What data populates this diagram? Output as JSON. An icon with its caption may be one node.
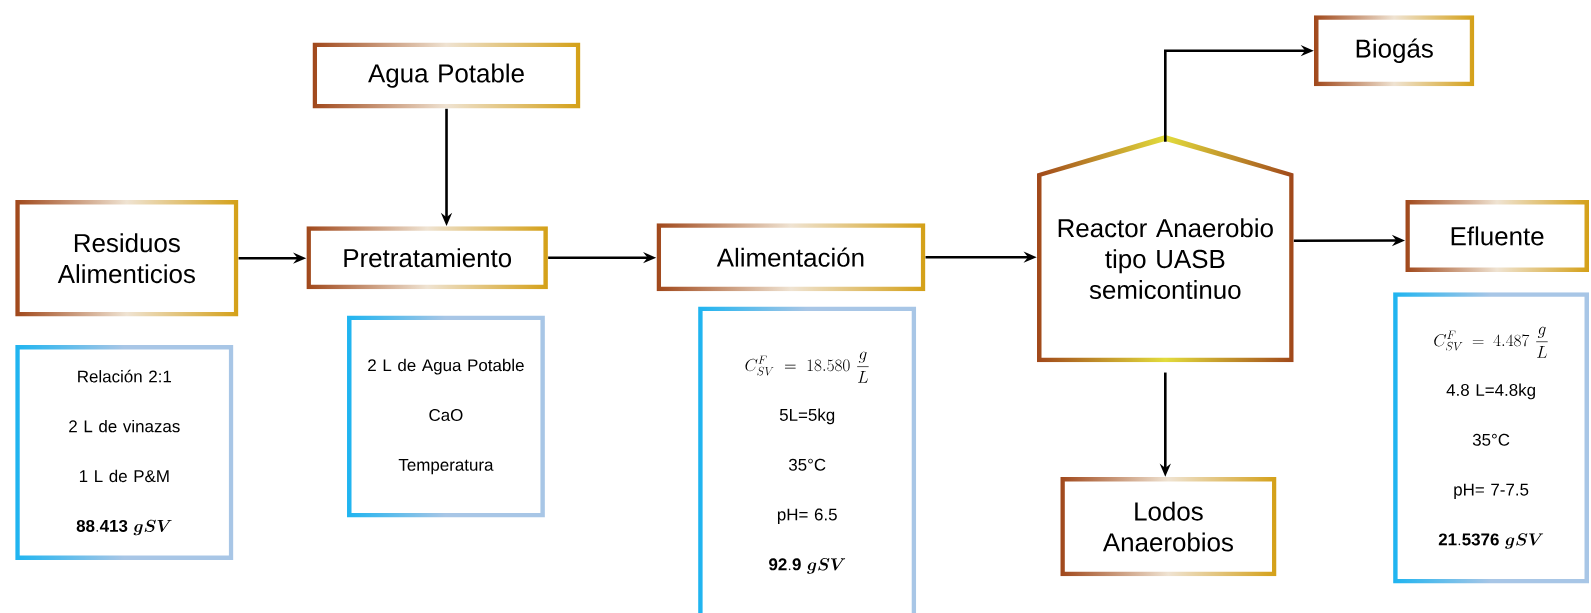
{
  "diagram": {
    "nodes": [
      {
        "text": [
          "Residuos Alimenticios"
        ]
      },
      {
        "text": [
          "Relación 2:1",
          "2 L de vinazas",
          "1 L de P&M",
          "\\mathbf{88.413}\\ \\boldsymbol{gSV}"
        ]
      },
      {
        "text": [
          "Agua Potable"
        ]
      },
      {
        "text": [
          "Pretratamiento"
        ]
      },
      {
        "text": [
          "2 L de Agua Potable",
          "CaO",
          "Temperatura"
        ]
      },
      {
        "text": [
          "Alimentación"
        ]
      },
      {
        "text": [
          "C_{SV}^{F} = 18.580\\ \\frac{g}{L}",
          "5L=5kg",
          "35°C",
          "pH= 6.5",
          "\\mathbf{92.9}\\ \\boldsymbol{gSV}"
        ]
      },
      {
        "text": [
          "Reactor Anaerobio tipo UASB semicontinuo"
        ]
      },
      {
        "text": [
          "Biogás"
        ]
      },
      {
        "text": [
          "Efluente"
        ]
      },
      {
        "text": [
          "C_{SV}^{F} = 4.487\\ \\frac{g}{L}",
          "4.8 L=4.8kg",
          "35°C",
          "pH= 7-7.5",
          "\\mathbf{21.5376}\\ \\boldsymbol{gSV}"
        ]
      },
      {
        "text": [
          "Lodos Anaerobios"
        ]
      }
    ],
    "edges": [
      {
        "from": 0,
        "to": 3,
        "arrow": "to"
      },
      {
        "from": 2,
        "to": 3,
        "arrow": "to"
      },
      {
        "from": 3,
        "to": 5,
        "arrow": "to"
      },
      {
        "from": 5,
        "to": 7,
        "arrow": "to"
      },
      {
        "from": 7,
        "to": 8,
        "arrow": "to"
      },
      {
        "from": 7,
        "to": 9,
        "arrow": "to"
      },
      {
        "from": 7,
        "to": 11,
        "arrow": "to"
      }
    ]
  }
}
